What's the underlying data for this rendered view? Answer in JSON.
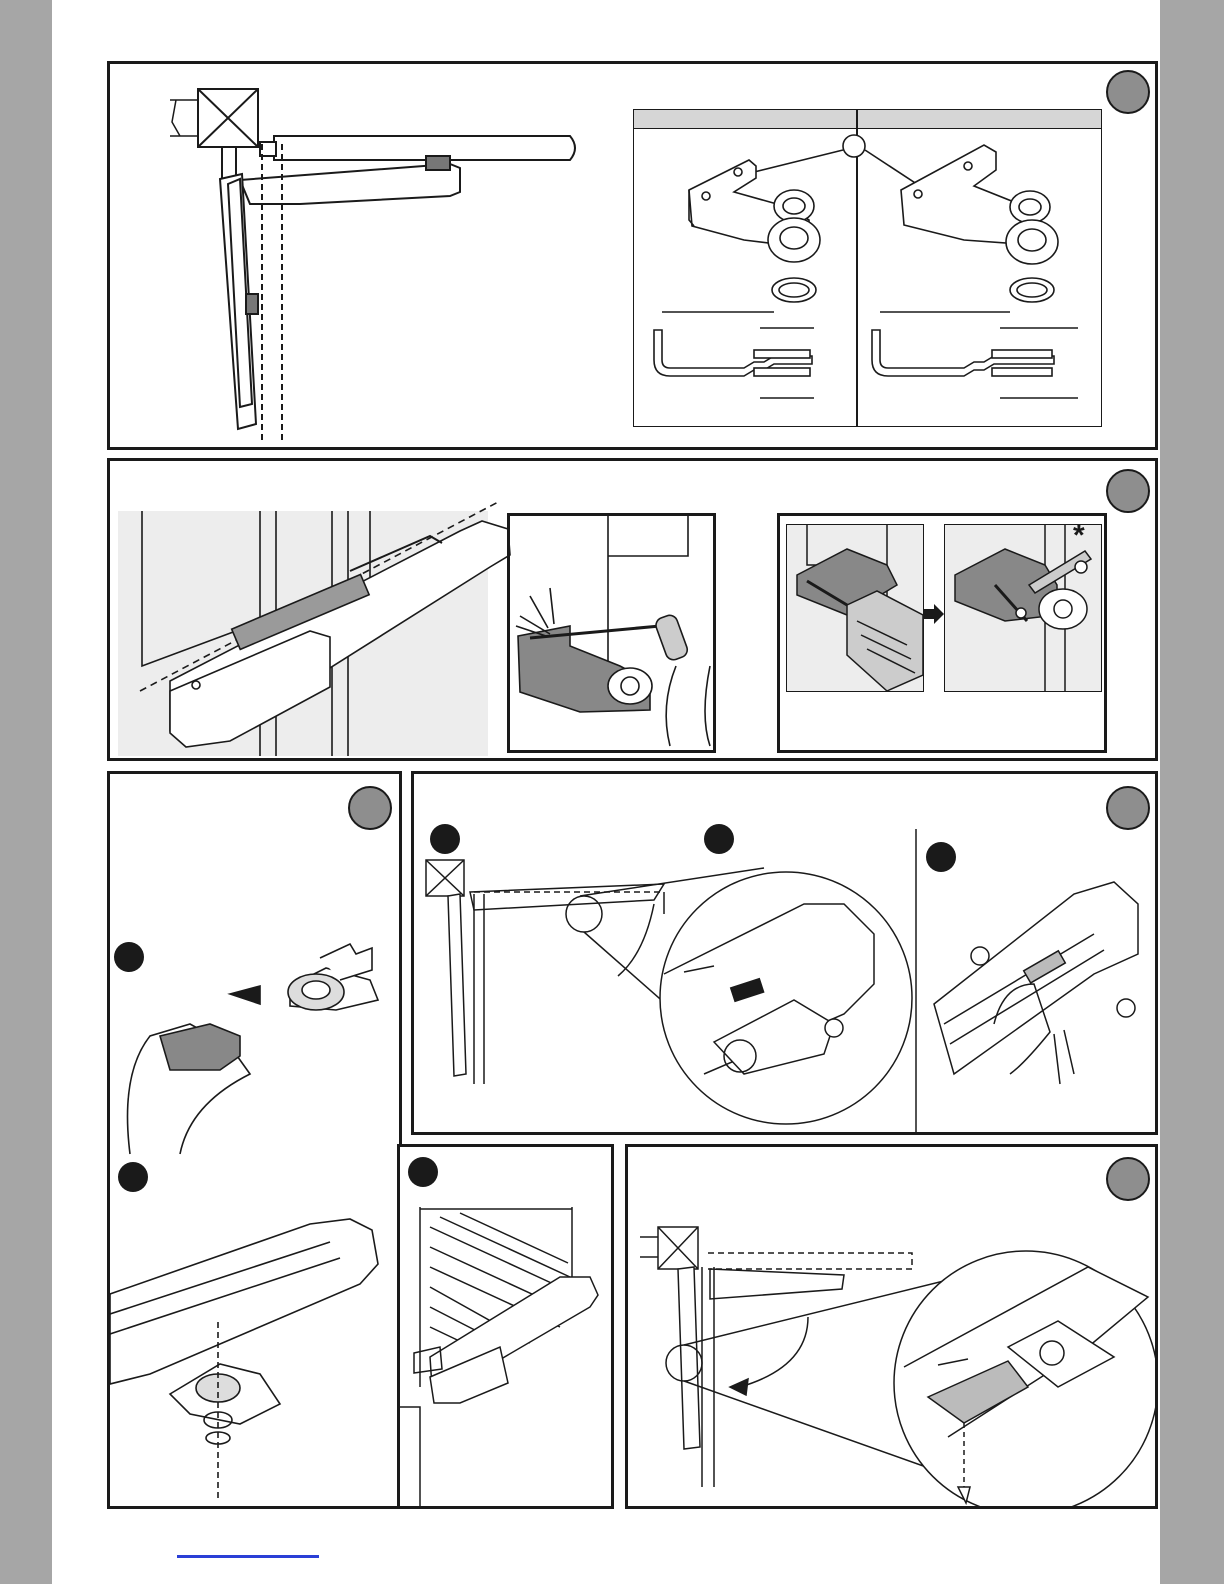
{
  "page": {
    "sections": [
      {
        "id": "bracket-selection",
        "step_marker": "",
        "bullets": []
      },
      {
        "id": "bracket-fixing",
        "step_marker": "",
        "bullets": [
          ""
        ]
      },
      {
        "id": "release-fork",
        "step_marker": "",
        "bullets": [
          "",
          ""
        ]
      },
      {
        "id": "stop-adjustment",
        "step_marker": "",
        "bullets": [
          "",
          "",
          ""
        ]
      },
      {
        "id": "motor-mounting",
        "step_marker": "",
        "bullets": [
          ""
        ]
      },
      {
        "id": "closing-stop",
        "step_marker": "",
        "bullets": []
      }
    ],
    "bracket_table": {
      "column_headers": [
        "",
        ""
      ],
      "callout": ""
    },
    "fixing_symbol": "*",
    "icons": [
      "door-pillar-icon",
      "operator-arm-icon",
      "bracket-icon",
      "drill-icon",
      "hammer-icon",
      "screwdriver-icon",
      "hand-icon",
      "arrow-right-icon"
    ],
    "colors": {
      "page_border": "#a6a6a6",
      "frame": "#1a1a1a",
      "step_marker": "#8e8e8e",
      "table_header": "#d6d6d6",
      "link": "#2a3fd6"
    }
  }
}
